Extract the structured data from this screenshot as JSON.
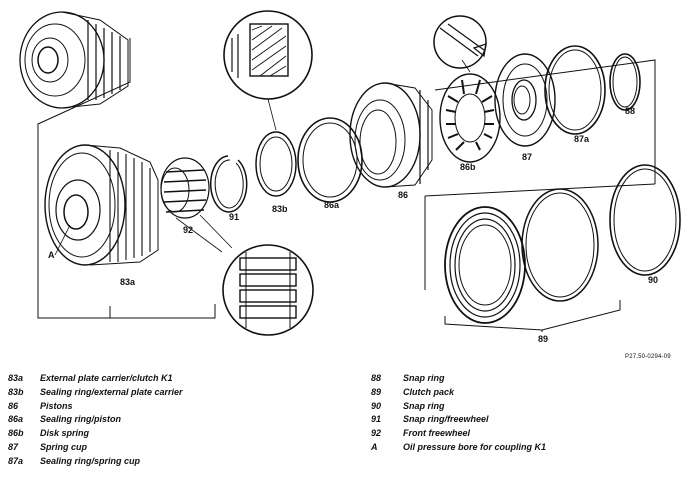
{
  "reference_code": "P27.50-0294-09",
  "callouts": {
    "A": "A",
    "c83a": "83a",
    "c83b": "83b",
    "c86": "86",
    "c86a": "86a",
    "c86b": "86b",
    "c87": "87",
    "c87a": "87a",
    "c88": "88",
    "c89": "89",
    "c90": "90",
    "c91": "91",
    "c92": "92"
  },
  "legend_left": [
    {
      "code": "83a",
      "desc": "External plate carrier/clutch K1"
    },
    {
      "code": "83b",
      "desc": "Sealing ring/external plate carrier"
    },
    {
      "code": "86",
      "desc": "Pistons"
    },
    {
      "code": "86a",
      "desc": "Sealing ring/piston"
    },
    {
      "code": "86b",
      "desc": "Disk spring"
    },
    {
      "code": "87",
      "desc": "Spring cup"
    },
    {
      "code": "87a",
      "desc": "Sealing ring/spring cup"
    }
  ],
  "legend_right": [
    {
      "code": "88",
      "desc": "Snap ring"
    },
    {
      "code": "89",
      "desc": "Clutch pack"
    },
    {
      "code": "90",
      "desc": "Snap ring"
    },
    {
      "code": "91",
      "desc": "Snap ring/freewheel"
    },
    {
      "code": "92",
      "desc": "Front freewheel"
    },
    {
      "code": "A",
      "desc": "Oil pressure bore for coupling K1"
    }
  ]
}
